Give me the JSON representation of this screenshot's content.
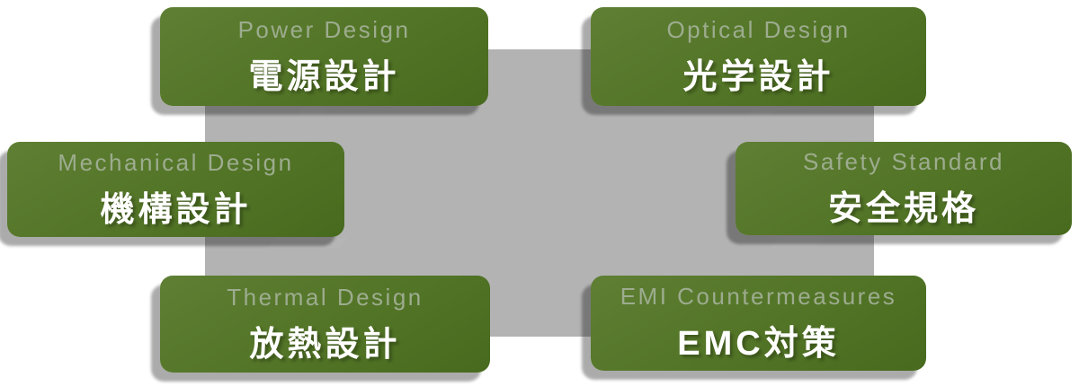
{
  "theme": {
    "background": "#ffffff",
    "center_gray": "#b3b3b3",
    "box_green_light": "#5f7f34",
    "box_green_dark": "#476a1e",
    "en_label_color": "#9dac8f",
    "jp_label_color": "#ffffff"
  },
  "diagram": {
    "items": [
      {
        "id": "power-design",
        "en": "Power Design",
        "jp": "電源設計"
      },
      {
        "id": "optical-design",
        "en": "Optical Design",
        "jp": "光学設計"
      },
      {
        "id": "mechanical-design",
        "en": "Mechanical Design",
        "jp": "機構設計"
      },
      {
        "id": "safety-standard",
        "en": "Safety Standard",
        "jp": "安全規格"
      },
      {
        "id": "thermal-design",
        "en": "Thermal Design",
        "jp": "放熱設計"
      },
      {
        "id": "emi-countermeasures",
        "en": "EMI Countermeasures",
        "jp": "EMC対策"
      }
    ]
  }
}
